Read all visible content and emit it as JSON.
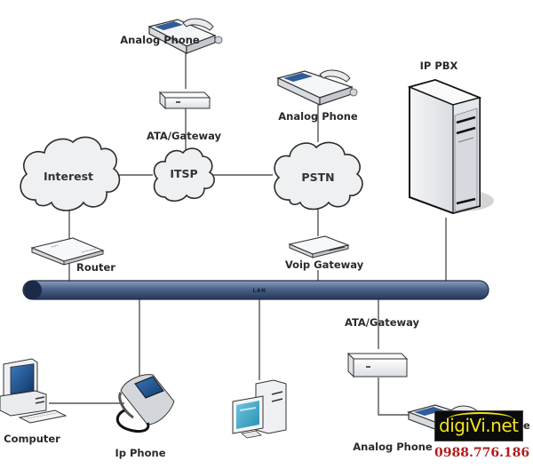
{
  "diagram": {
    "title": "VoIP network diagram",
    "nodes": {
      "analog_phone_top": {
        "label": "Analog Phone"
      },
      "ata_gateway_top": {
        "label": "ATA/Gateway"
      },
      "interest_cloud": {
        "label": "Interest"
      },
      "itsp_cloud": {
        "label": "ITSP"
      },
      "pstn_cloud": {
        "label": "PSTN"
      },
      "analog_phone_pstn": {
        "label": "Analog Phone"
      },
      "ip_pbx": {
        "label": "IP PBX"
      },
      "router": {
        "label": "Router"
      },
      "voip_gateway": {
        "label": "Voip Gateway"
      },
      "lan": {
        "label": "LAN"
      },
      "computer": {
        "label": "Computer"
      },
      "ip_phone": {
        "label": "Ip Phone"
      },
      "workstation": {
        "label": ""
      },
      "ata_gateway_bottom": {
        "label": "ATA/Gateway"
      },
      "analog_phone_bottom": {
        "label": "Analog Phone"
      }
    },
    "edges": [
      [
        "analog_phone_top",
        "ata_gateway_top"
      ],
      [
        "ata_gateway_top",
        "itsp_cloud"
      ],
      [
        "interest_cloud",
        "itsp_cloud"
      ],
      [
        "itsp_cloud",
        "pstn_cloud"
      ],
      [
        "analog_phone_pstn",
        "pstn_cloud"
      ],
      [
        "interest_cloud",
        "router"
      ],
      [
        "router",
        "lan"
      ],
      [
        "pstn_cloud",
        "voip_gateway"
      ],
      [
        "voip_gateway",
        "lan"
      ],
      [
        "ip_pbx",
        "lan"
      ],
      [
        "lan",
        "ip_phone"
      ],
      [
        "computer",
        "ip_phone"
      ],
      [
        "lan",
        "workstation"
      ],
      [
        "lan",
        "ata_gateway_bottom"
      ],
      [
        "ata_gateway_bottom",
        "analog_phone_bottom"
      ]
    ]
  },
  "watermark": {
    "brand": "digiVi.net",
    "brand_prefix": "digi",
    "brand_suffix": "i.net",
    "phone": "0988.776.186",
    "trailing_char": "e",
    "colors": {
      "brand": "#f4e21a",
      "background": "#0b0b0b",
      "phone": "#b01c1c"
    }
  },
  "colors": {
    "lan_bar": "#4a6188",
    "lan_bar_dark": "#1e2f4d",
    "cloud_fill": "#eef0f2",
    "wire": "#555555"
  }
}
